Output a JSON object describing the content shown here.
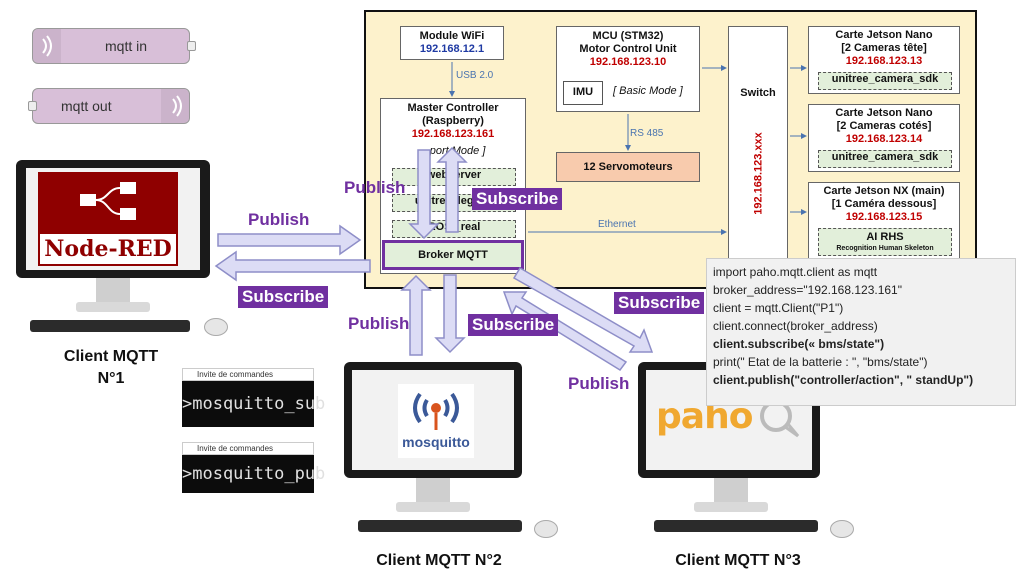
{
  "nodes": {
    "mqtt_in": "mqtt in",
    "mqtt_out": "mqtt out"
  },
  "panel": {
    "wifi": {
      "title": "Module WiFi",
      "ip": "192.168.12.1",
      "link": "USB 2.0"
    },
    "mcu": {
      "title": "MCU (STM32)",
      "subtitle": "Motor Control Unit",
      "ip": "192.168.123.10",
      "imu": "IMU",
      "mode": "[ Basic Mode ]",
      "link": "RS 485"
    },
    "servo": "12 Servomoteurs",
    "master": {
      "title": "Master Controller",
      "subtitle": "(Raspberry)",
      "ip": "192.168.123.161",
      "mode": "...port Mode ]",
      "items": [
        "webserver",
        "unitree_legged",
        "ROS _real"
      ],
      "broker": "Broker MQTT"
    },
    "switch": {
      "title": "Switch",
      "ip": "192.168.123.xxx"
    },
    "ethernet": "Ethernet",
    "jetson1": {
      "title": "Carte Jetson Nano",
      "subtitle": "[2 Cameras tête]",
      "ip": "192.168.123.13",
      "sdk": "unitree_camera_sdk"
    },
    "jetson2": {
      "title": "Carte Jetson Nano",
      "subtitle": "[2 Cameras cotés]",
      "ip": "192.168.123.14",
      "sdk": "unitree_camera_sdk"
    },
    "jetson3": {
      "title": "Carte Jetson NX (main)",
      "subtitle": "[1 Caméra dessous]",
      "ip": "192.168.123.15",
      "ai": "AI RHS",
      "ai_sub": "Recognition Human Skeleton"
    }
  },
  "labels": {
    "publish": "Publish",
    "subscribe": "Subscribe"
  },
  "clients": {
    "c1": {
      "name": "Client MQTT",
      "num": "N°1",
      "logo": "Node-RED"
    },
    "c2": {
      "name": "Client MQTT N°2",
      "logo": "mosquitto"
    },
    "c3": {
      "name": "Client MQTT N°3",
      "logo": "paho"
    }
  },
  "terminals": [
    {
      "title": "Invite de commandes",
      "cmd": ">mosquitto_sub"
    },
    {
      "title": "Invite de commandes",
      "cmd": ">mosquitto_pub"
    }
  ],
  "code": {
    "l1": "import paho.mqtt.client as mqtt",
    "l2": "broker_address=\"192.168.123.161\"",
    "l3": "client = mqtt.Client(\"P1\")",
    "l4": "client.connect(broker_address)",
    "l5": "client.subscribe(« bms/state\")",
    "l6": "print(\" Etat de la batterie : \", \"bms/state\")",
    "l7": "client.publish(\"controller/action\", \" standUp\")"
  },
  "colors": {
    "purple": "#7030a0",
    "ip_red": "#c00000",
    "panel": "#fdf2cc",
    "arrow_fill": "#dcdcf5"
  }
}
